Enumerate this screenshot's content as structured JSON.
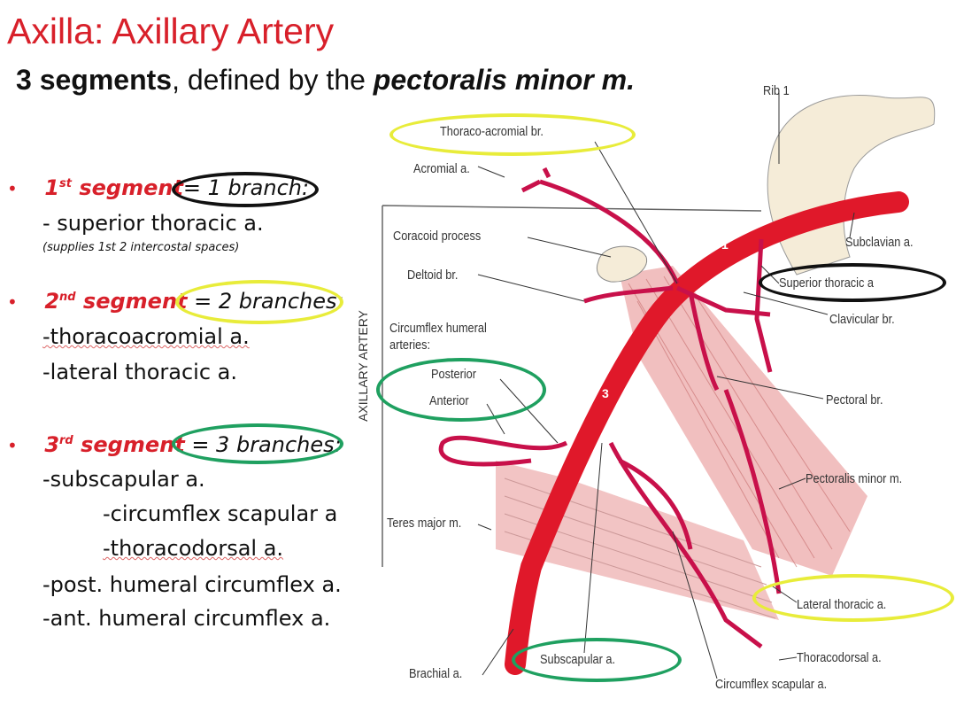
{
  "title": "Axilla:  Axillary Artery",
  "subtitle": {
    "bold": "3 segments",
    "plain": ", defined by the ",
    "italic": "pectoralis  minor m."
  },
  "segments": [
    {
      "name": "1st segment",
      "ord": "1",
      "sup": "st",
      "word": " segment",
      "count": "= 1 branch:",
      "items": [
        "- superior thoracic a."
      ],
      "note": "(supplies 1st 2 intercostal spaces)"
    },
    {
      "name": "2nd segment",
      "ord": "2",
      "sup": "nd",
      "word": " segment",
      "count": " = 2 branches:",
      "items": [
        "-thoracoacromial a.",
        "-lateral thoracic a."
      ]
    },
    {
      "name": "3rd segment",
      "ord": "3",
      "sup": "rd",
      "word": " segment",
      "count": " = 3 branches:",
      "items": [
        "-subscapular a.",
        "-circumflex scapular a",
        "-thoracodorsal a.",
        "-post. humeral circumflex a.",
        "-ant. humeral circumflex a."
      ]
    }
  ],
  "diagram": {
    "labels": {
      "rib1": "Rib 1",
      "thoraco_acromial": "Thoraco-acromial br.",
      "acromial": "Acromial a.",
      "coracoid": "Coracoid process",
      "deltoid": "Deltoid br.",
      "subclavian": "Subclavian a.",
      "superior_thoracic": "Superior thoracic a",
      "clavicular": "Clavicular br.",
      "circumflex1": "Circumflex humeral",
      "circumflex2": "arteries:",
      "posterior": "Posterior",
      "anterior": "Anterior",
      "pectoral": "Pectoral br.",
      "pectoralis_minor": "Pectoralis minor m.",
      "teres_major": "Teres major m.",
      "lateral_thoracic": "Lateral thoracic a.",
      "brachial": "Brachial a.",
      "subscapular": "Subscapular a.",
      "thoracodorsal": "Thoracodorsal a.",
      "circumflex_scapular": "Circumflex scapular a.",
      "axillary_artery": "AXILLARY ARTERY",
      "seg1": "1",
      "seg3": "3"
    },
    "colors": {
      "artery": "#e0182a",
      "branch": "#c8104a",
      "muscle": "#f0b8b8",
      "bone": "#f5ecd8",
      "yellow": "#e8ec3a",
      "green": "#1fa060",
      "black": "#111111"
    }
  }
}
